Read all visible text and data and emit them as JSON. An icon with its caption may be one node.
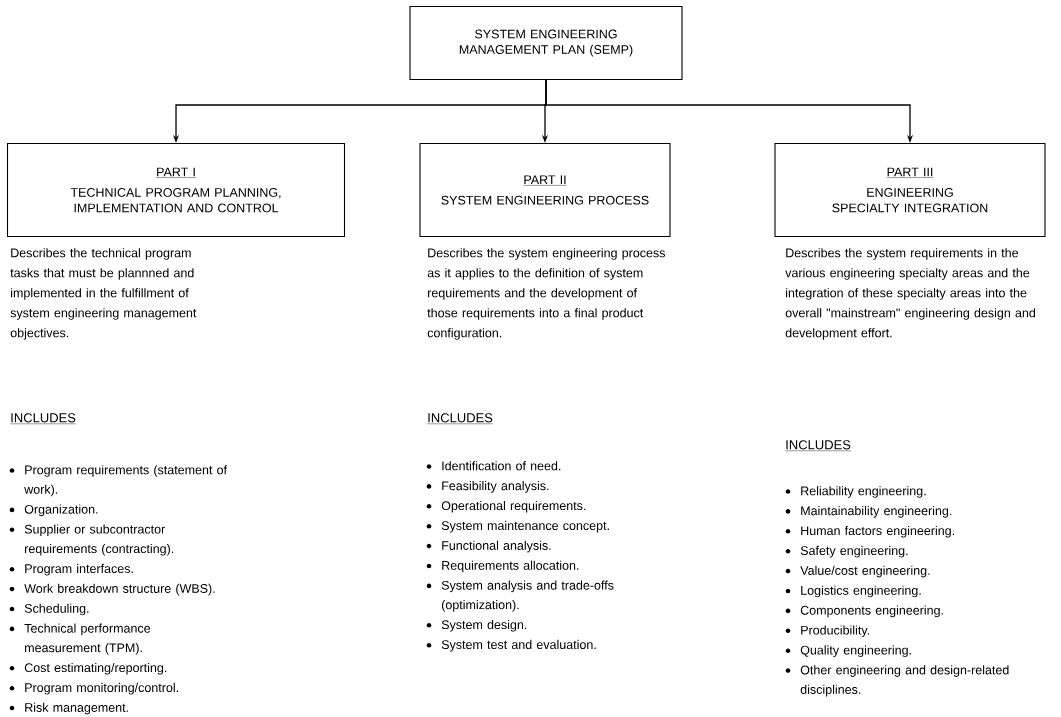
{
  "diagram": {
    "nodes": [
      {
        "text": [
          "SYSTEM ENGINEERING MANAGEMENT PLAN (SEMP)"
        ]
      },
      {
        "text": [
          "PART I",
          "TECHNICAL PROGRAM PLANNING, IMPLEMENTATION AND CONTROL"
        ],
        "beside": [
          "Describes the technical program tasks that must be plannned and implemented in the fulfillment of system engineering management objectives.",
          "INCLUDES",
          "Program requirements (statement of work).",
          "Organization.",
          "Supplier or subcontractor requirements (contracting).",
          "Program interfaces.",
          "Work breakdown structure (WBS).",
          "Scheduling.",
          "Technical performance measurement (TPM).",
          "Cost estimating/reporting.",
          "Program monitoring/control.",
          "Risk management."
        ]
      },
      {
        "text": [
          "PART II",
          "SYSTEM ENGINEERING PROCESS"
        ],
        "beside": [
          "Describes the system engineering process as it applies to the definition of system requirements and the development of those requirements into a final product configuration.",
          "INCLUDES",
          "Identification of need.",
          "Feasibility analysis.",
          "Operational requirements.",
          "System maintenance concept.",
          "Functional analysis.",
          "Requirements allocation.",
          "System analysis and trade-offs (optimization).",
          "System design.",
          "System test and evaluation."
        ]
      },
      {
        "text": [
          "PART III",
          "ENGINEERING SPECIALTY INTEGRATION"
        ],
        "beside": [
          "Describes the system requirements in the various engineering specialty areas and the integration of these specialty areas into the overall \"mainstream\" engineering design and development effort.",
          "INCLUDES",
          "Reliability engineering.",
          "Maintainability engineering.",
          "Human factors engineering.",
          "Safety engineering.",
          "Value/cost engineering.",
          "Logistics engineering.",
          "Components engineering.",
          "Producibility.",
          "Quality engineering.",
          "Other engineering and design-related disciplines."
        ]
      }
    ],
    "edges": [
      {
        "from": 0,
        "to": 1,
        "arrow": "to"
      },
      {
        "from": 0,
        "to": 2,
        "arrow": "to"
      },
      {
        "from": 0,
        "to": 3,
        "arrow": "to"
      }
    ]
  }
}
